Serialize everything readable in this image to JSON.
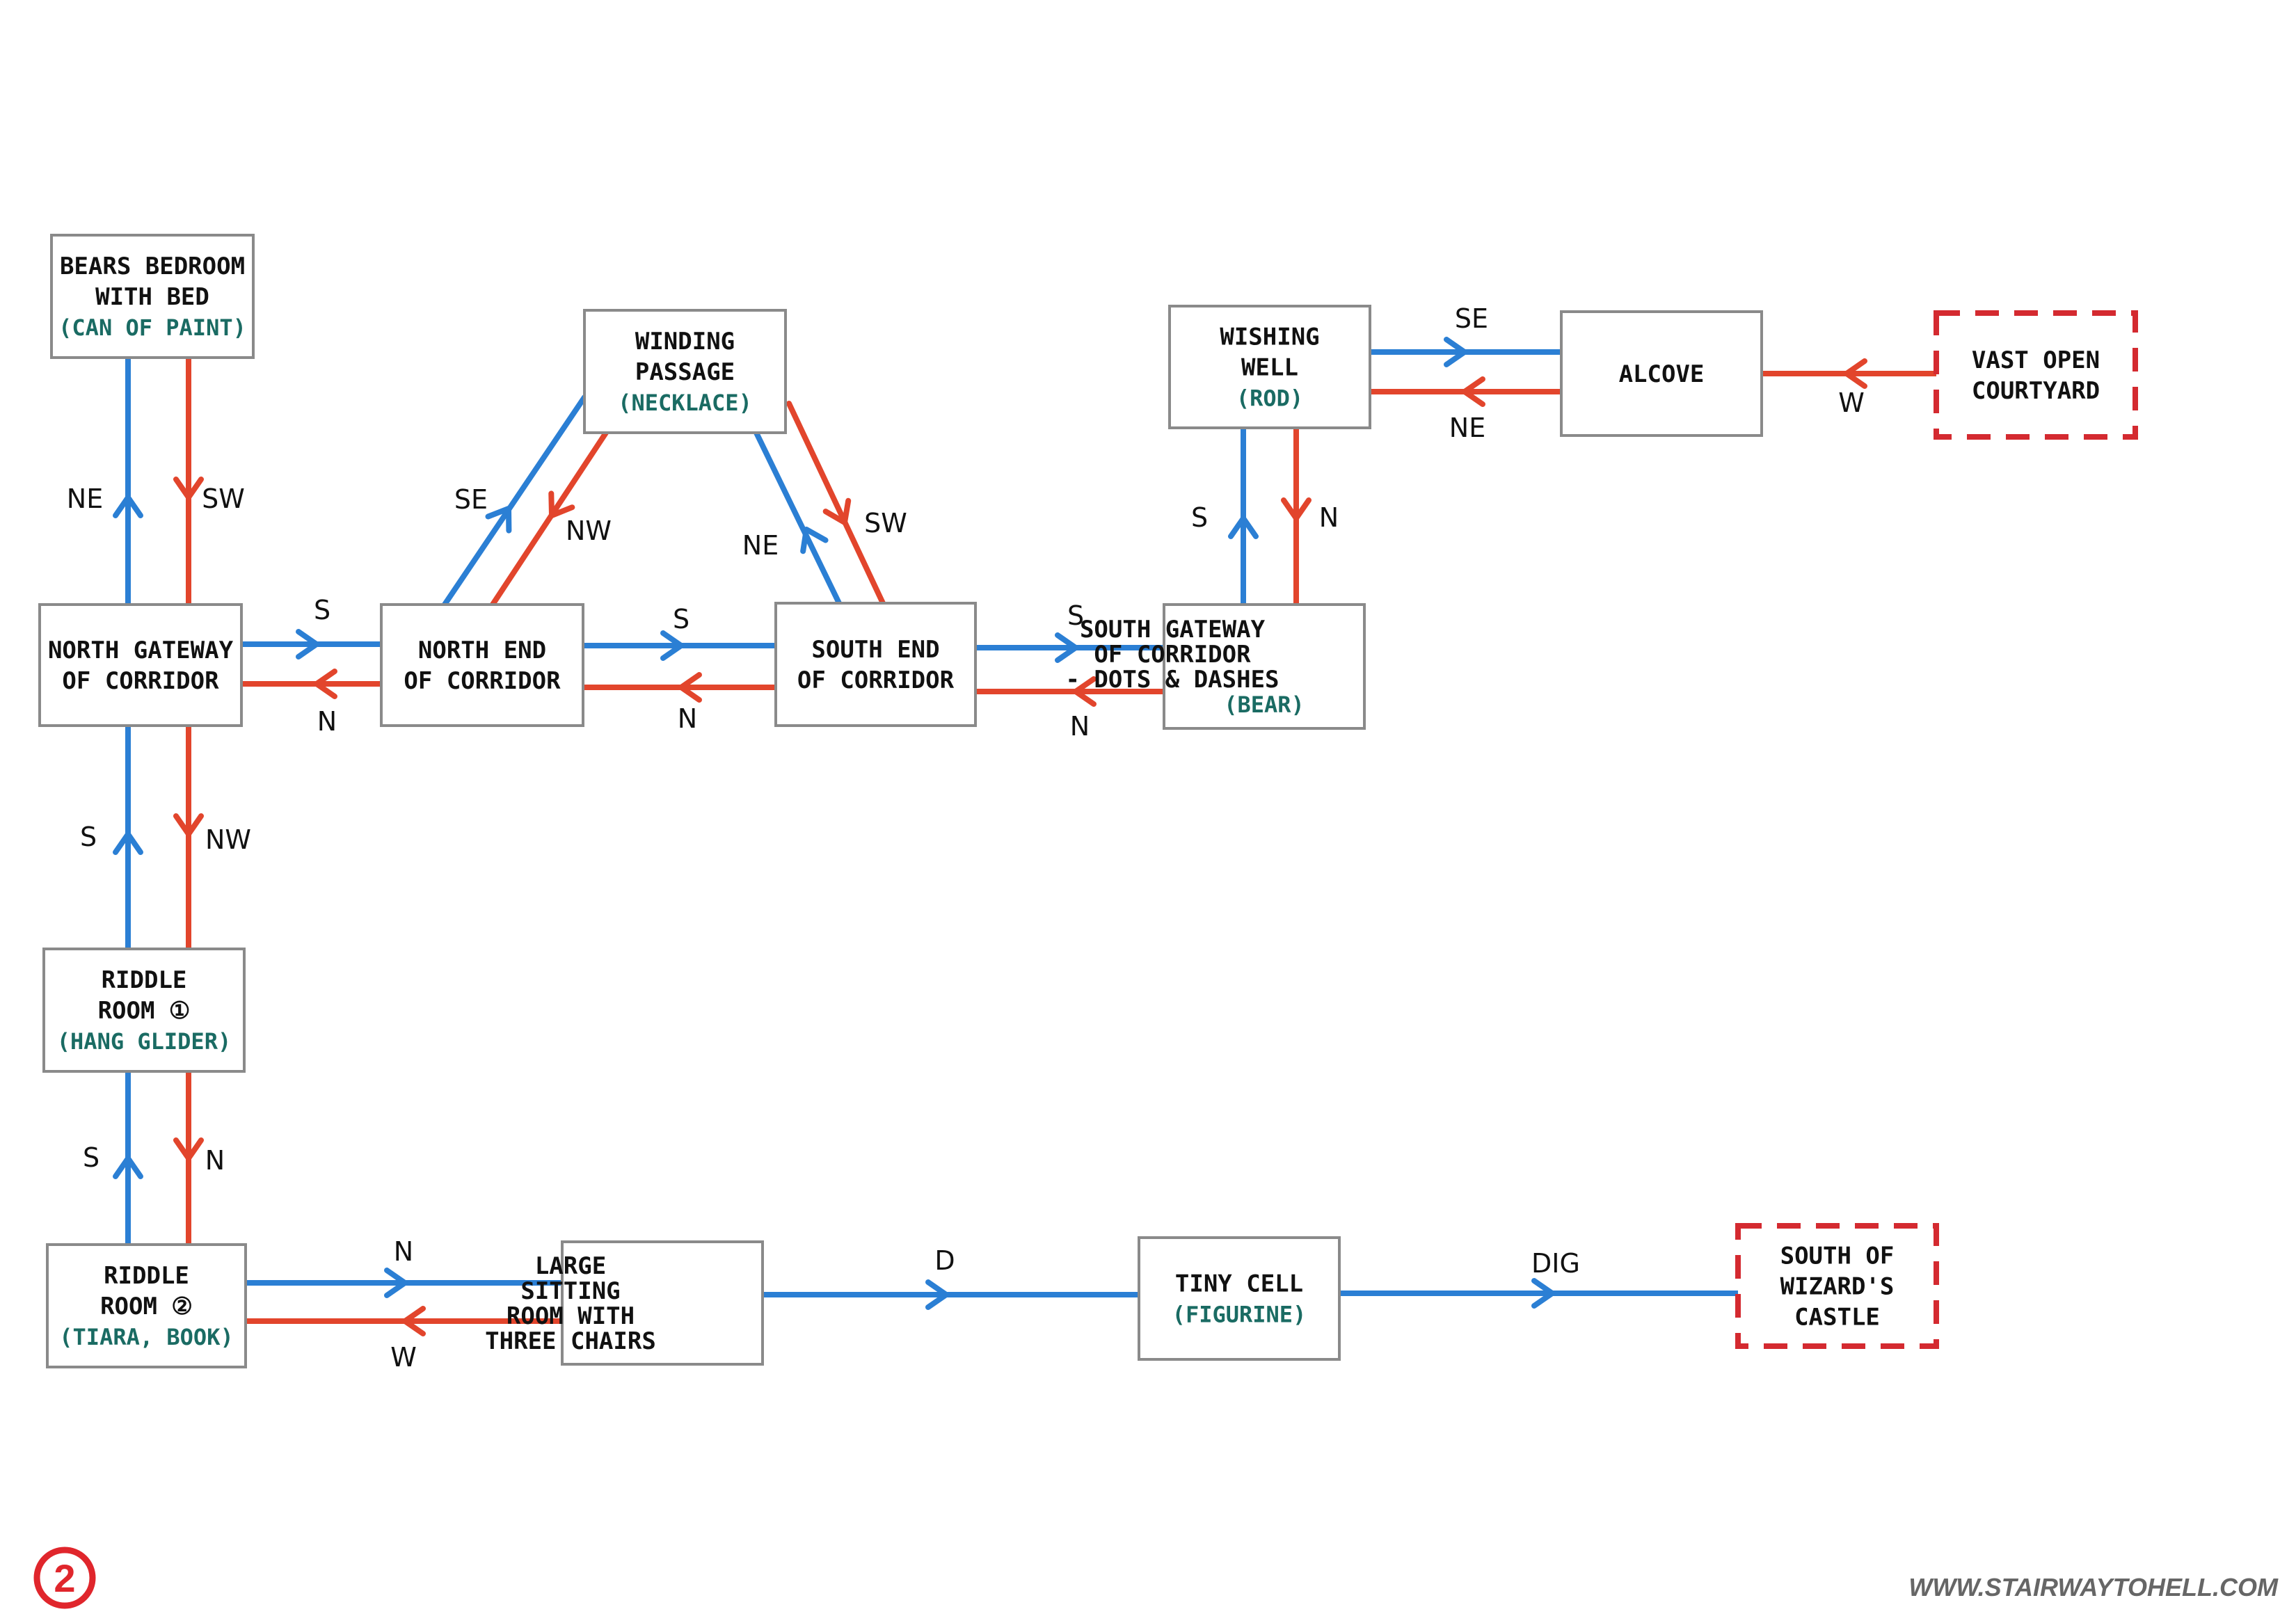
{
  "colors": {
    "forward": "#2b7fd4",
    "return": "#e2452c",
    "item": "#1a6b63",
    "exit_border": "#d42a30"
  },
  "rooms": {
    "bears_bedroom": {
      "lines": [
        "BEARS BEDROOM",
        "WITH BED"
      ],
      "item": "(CAN OF PAINT)"
    },
    "winding_passage": {
      "lines": [
        "WINDING",
        "PASSAGE"
      ],
      "item": "(NECKLACE)"
    },
    "wishing_well": {
      "lines": [
        "WISHING",
        "WELL"
      ],
      "item": "(ROD)"
    },
    "alcove": {
      "lines": [
        "ALCOVE"
      ]
    },
    "vast_open_courtyard": {
      "lines": [
        "VAST OPEN",
        "COURTYARD"
      ]
    },
    "north_gateway": {
      "lines": [
        "NORTH GATEWAY",
        "OF CORRIDOR"
      ]
    },
    "north_end": {
      "lines": [
        "NORTH END",
        "OF CORRIDOR"
      ]
    },
    "south_end": {
      "lines": [
        "SOUTH END",
        "OF CORRIDOR"
      ]
    },
    "south_gateway": {
      "lines": [
        "SOUTH GATEWAY",
        "OF CORRIDOR",
        "- DOTS & DASHES"
      ],
      "item": "(BEAR)"
    },
    "riddle_room_1": {
      "lines": [
        "RIDDLE",
        "ROOM ①"
      ],
      "item": "(HANG GLIDER)"
    },
    "riddle_room_2": {
      "lines": [
        "RIDDLE",
        "ROOM ②"
      ],
      "item": "(TIARA, BOOK)"
    },
    "large_sitting_room": {
      "lines": [
        "LARGE",
        "SITTING",
        "ROOM WITH",
        "THREE CHAIRS"
      ]
    },
    "tiny_cell": {
      "lines": [
        "TINY CELL"
      ],
      "item": "(FIGURINE)"
    },
    "south_of_wizards_castle": {
      "lines": [
        "SOUTH OF",
        "WIZARD'S",
        "CASTLE"
      ]
    }
  },
  "edges": [
    {
      "from": "north_gateway",
      "to": "bears_bedroom",
      "label": "NE",
      "kind": "forward"
    },
    {
      "from": "bears_bedroom",
      "to": "north_gateway",
      "label": "SW",
      "kind": "return"
    },
    {
      "from": "north_gateway",
      "to": "north_end",
      "label": "S",
      "kind": "forward"
    },
    {
      "from": "north_end",
      "to": "north_gateway",
      "label": "N",
      "kind": "return"
    },
    {
      "from": "north_end",
      "to": "winding_passage",
      "label": "SE",
      "kind": "forward"
    },
    {
      "from": "winding_passage",
      "to": "north_end",
      "label": "NW",
      "kind": "return"
    },
    {
      "from": "north_end",
      "to": "south_end",
      "label": "S",
      "kind": "forward"
    },
    {
      "from": "south_end",
      "to": "north_end",
      "label": "N",
      "kind": "return"
    },
    {
      "from": "south_end",
      "to": "winding_passage",
      "label": "NE",
      "kind": "forward"
    },
    {
      "from": "winding_passage",
      "to": "south_end",
      "label": "SW",
      "kind": "return"
    },
    {
      "from": "south_end",
      "to": "south_gateway",
      "label": "S",
      "kind": "forward"
    },
    {
      "from": "south_gateway",
      "to": "south_end",
      "label": "N",
      "kind": "return"
    },
    {
      "from": "south_gateway",
      "to": "wishing_well",
      "label": "S",
      "kind": "forward"
    },
    {
      "from": "wishing_well",
      "to": "south_gateway",
      "label": "N",
      "kind": "return"
    },
    {
      "from": "wishing_well",
      "to": "alcove",
      "label": "SE",
      "kind": "forward"
    },
    {
      "from": "alcove",
      "to": "wishing_well",
      "label": "NE",
      "kind": "return"
    },
    {
      "from": "vast_open_courtyard",
      "to": "alcove",
      "label": "W",
      "kind": "return"
    },
    {
      "from": "north_gateway",
      "to": "riddle_room_1",
      "label": "NW",
      "kind": "return"
    },
    {
      "from": "riddle_room_1",
      "to": "north_gateway",
      "label": "S",
      "kind": "forward"
    },
    {
      "from": "riddle_room_2",
      "to": "riddle_room_1",
      "label": "S",
      "kind": "forward"
    },
    {
      "from": "riddle_room_1",
      "to": "riddle_room_2",
      "label": "N",
      "kind": "return"
    },
    {
      "from": "riddle_room_2",
      "to": "large_sitting_room",
      "label": "N",
      "kind": "forward"
    },
    {
      "from": "large_sitting_room",
      "to": "riddle_room_2",
      "label": "W",
      "kind": "return"
    },
    {
      "from": "large_sitting_room",
      "to": "tiny_cell",
      "label": "D",
      "kind": "forward"
    },
    {
      "from": "tiny_cell",
      "to": "south_of_wizards_castle",
      "label": "DIG",
      "kind": "forward"
    }
  ],
  "footer": {
    "page_number": "2",
    "website": "WWW.STAIRWAYTOHELL.COM"
  }
}
